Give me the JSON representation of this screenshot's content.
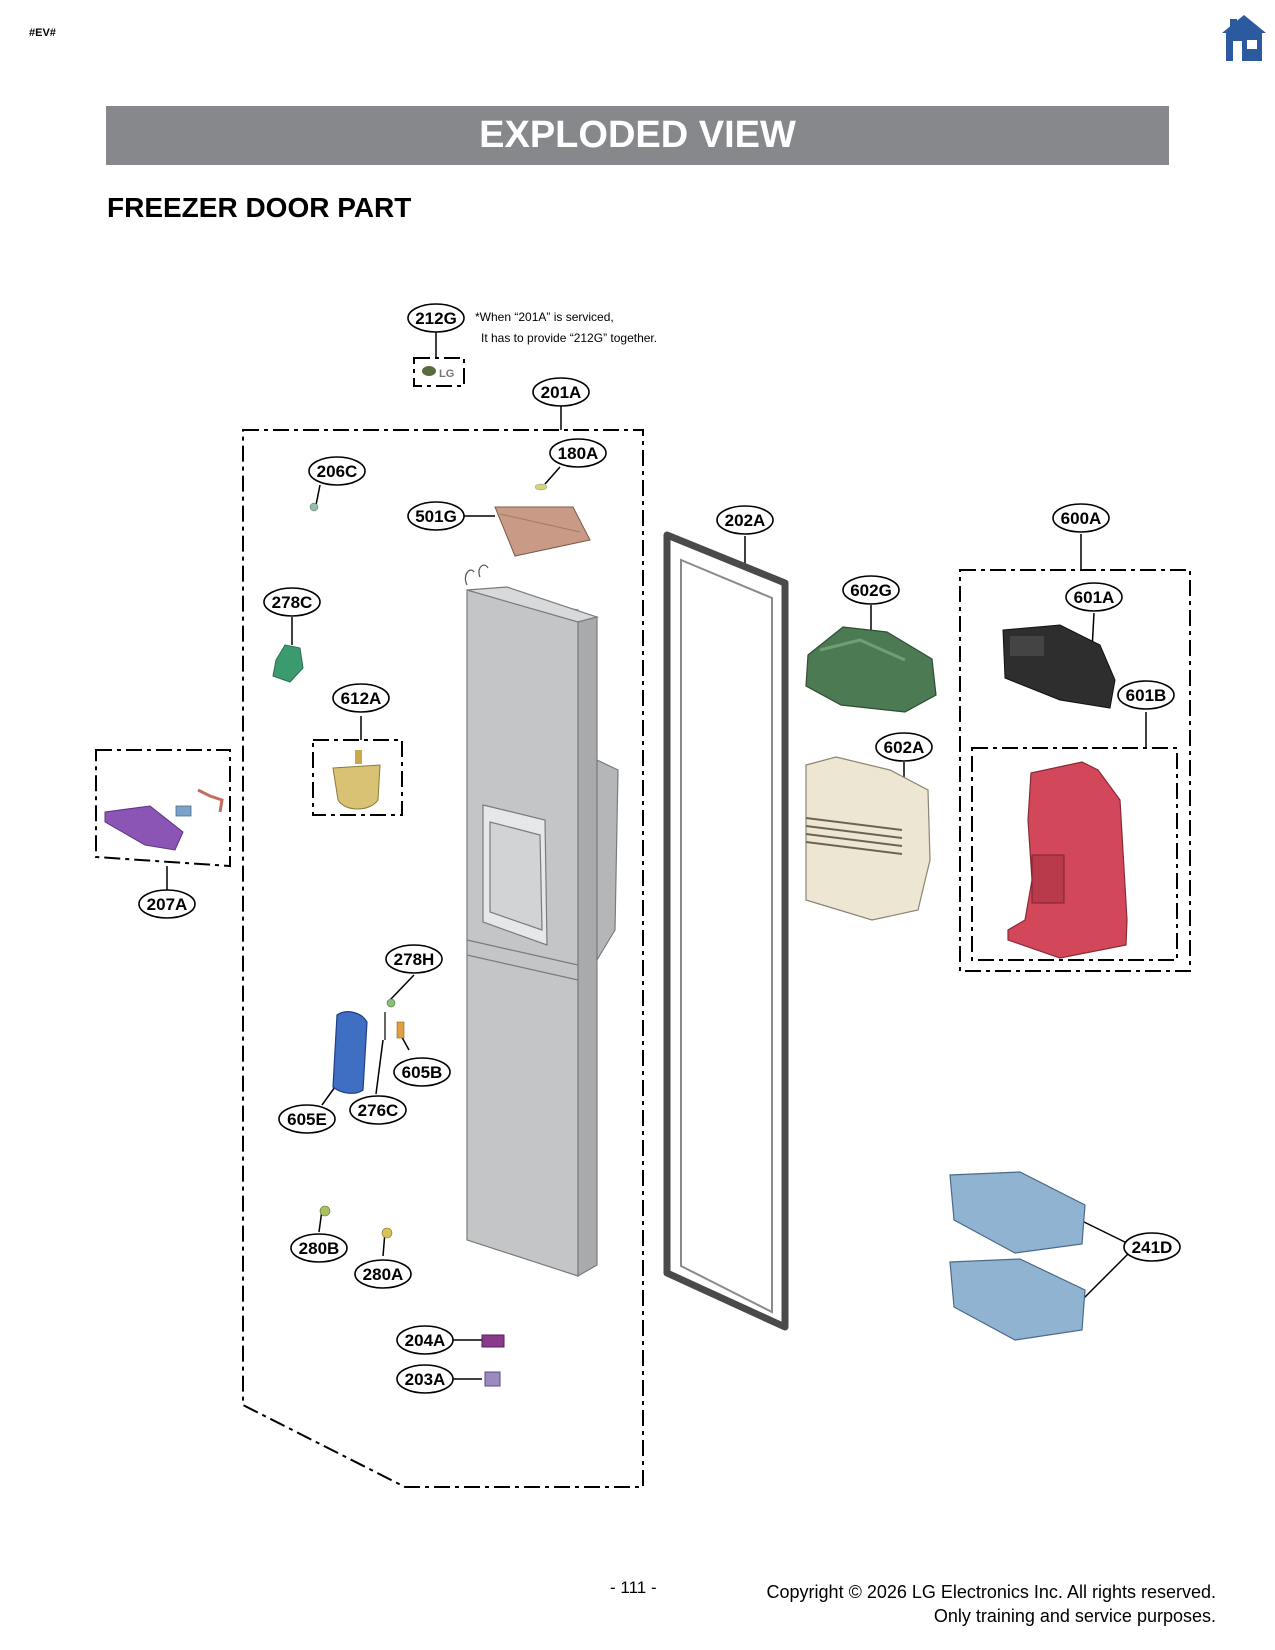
{
  "doc_tag": "#EV#",
  "icons": {
    "home": "home-icon"
  },
  "header": {
    "title": "EXPLODED VIEW"
  },
  "section_title": "FREEZER DOOR PART",
  "note": {
    "line1": "*When “201A” is serviced,",
    "line2": "It has to provide “212G” together."
  },
  "part_labels": {
    "p212G": "212G",
    "p201A": "201A",
    "p180A": "180A",
    "p206C": "206C",
    "p501G": "501G",
    "p202A": "202A",
    "p600A": "600A",
    "p278C": "278C",
    "p602G": "602G",
    "p601A": "601A",
    "p612A": "612A",
    "p601B": "601B",
    "p602A": "602A",
    "p207A": "207A",
    "p278H": "278H",
    "p605B": "605B",
    "p276C": "276C",
    "p605E": "605E",
    "p241D": "241D",
    "p280B": "280B",
    "p280A": "280A",
    "p204A": "204A",
    "p203A": "203A"
  },
  "colors": {
    "title_bar": "#87888b",
    "door": "#c4c5c7",
    "gasket": "#4a4a4a",
    "ice_bin_cover": "#4c7a52",
    "ice_bin": "#ece6d3",
    "ice_maker": "#2e2e2e",
    "duct_cover": "#d2485a",
    "basket": "#8fb3d1",
    "handle": "#3f6fc2",
    "hinge_cover": "#8a55b5",
    "pcb": "#c99a86",
    "funnel": "#d9c274",
    "icon_blue": "#2c5aa0"
  },
  "footer": {
    "page_number": "- 111 -",
    "copyright": "Copyright © 2026 LG Electronics Inc. All rights reserved.",
    "usage": "Only training and service purposes."
  }
}
